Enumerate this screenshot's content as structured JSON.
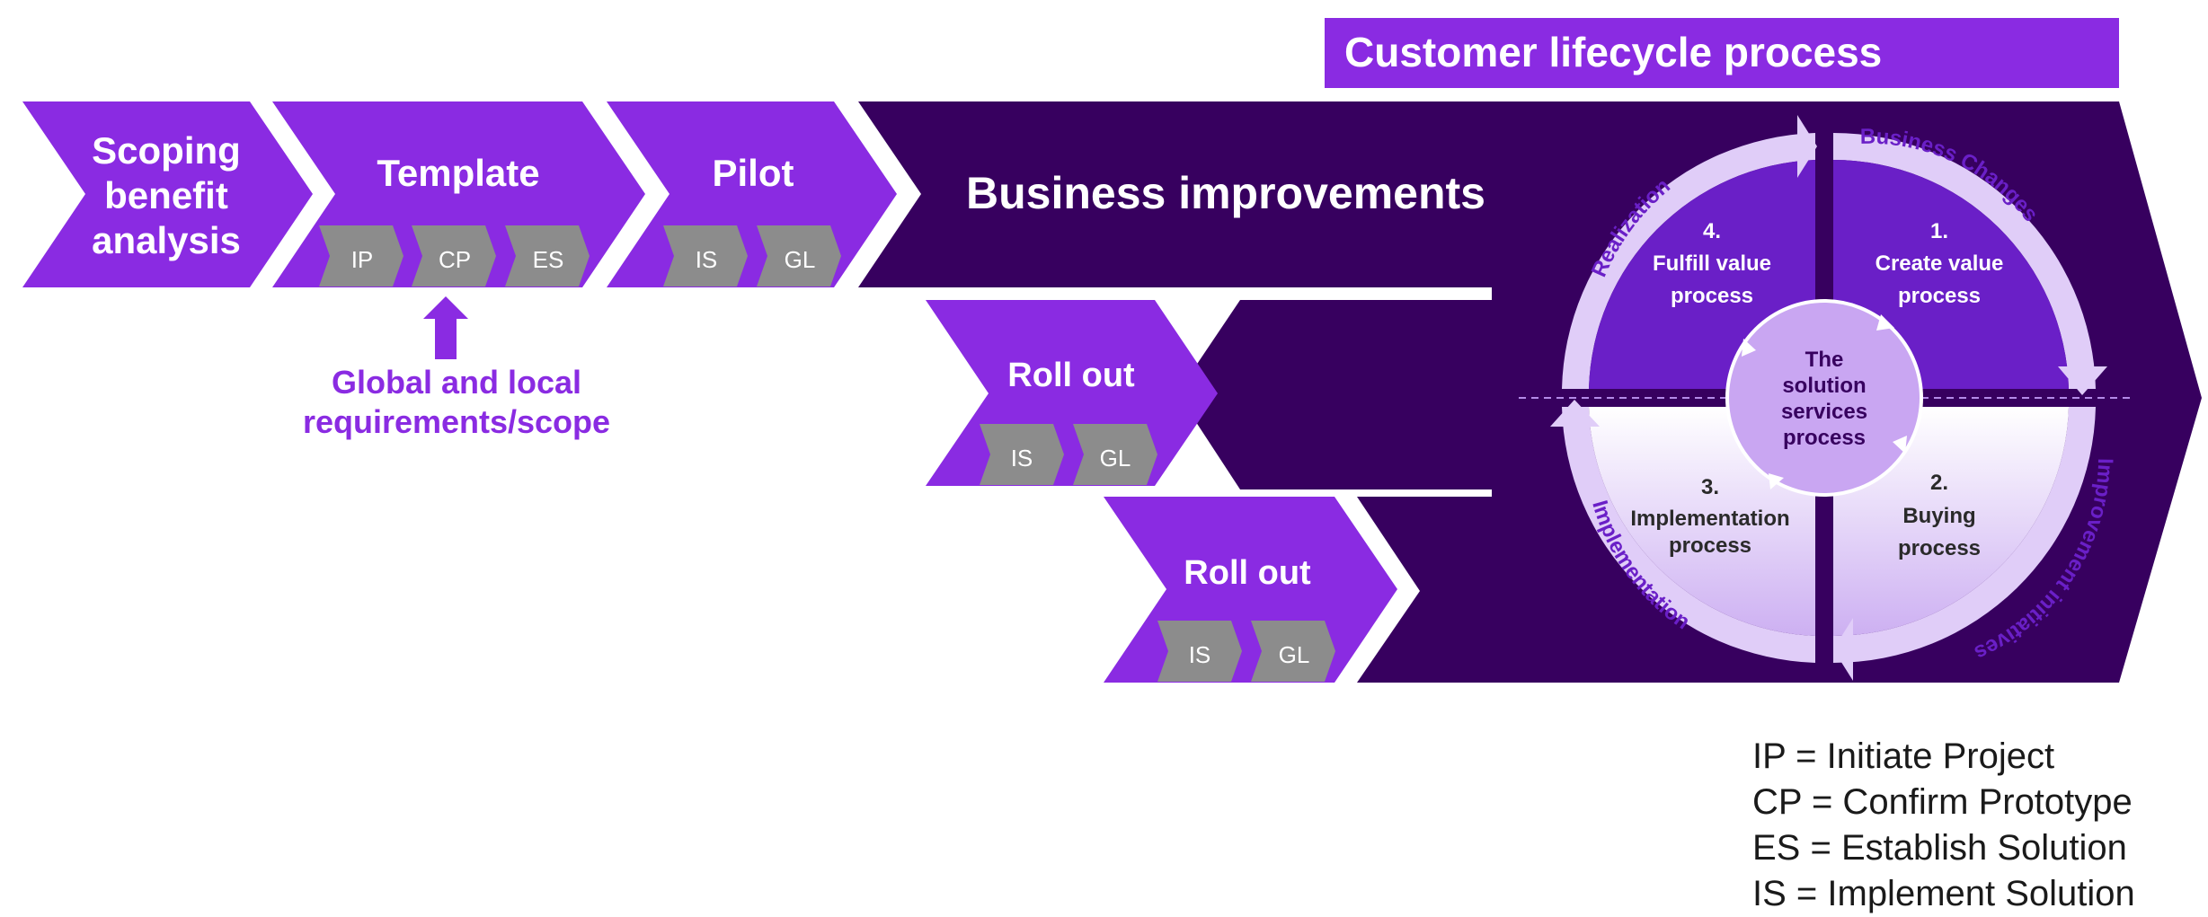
{
  "title": "Customer lifecycle process",
  "colors": {
    "primary": "#8a2be2",
    "dark": "#37005f",
    "gray": "#8c8c8c",
    "lavender": "#d7c2f7",
    "quadrant": "#6a1fc7",
    "center": "#c9a6f2"
  },
  "phases": {
    "scoping": [
      "Scoping",
      "benefit",
      "analysis"
    ],
    "template": {
      "label": "Template",
      "steps": [
        "IP",
        "CP",
        "ES"
      ]
    },
    "pilot": {
      "label": "Pilot",
      "steps": [
        "IS",
        "GL"
      ]
    },
    "business": "Business improvements",
    "rollout1": {
      "label": "Roll out",
      "steps": [
        "IS",
        "GL"
      ]
    },
    "rollout2": {
      "label": "Roll out",
      "steps": [
        "IS",
        "GL"
      ]
    }
  },
  "requirements": [
    "Global and local",
    "requirements/scope"
  ],
  "cycle": {
    "center": [
      "The",
      "solution",
      "services",
      "process"
    ],
    "q1": {
      "num": "1.",
      "lines": [
        "Create value",
        "process"
      ]
    },
    "q2": {
      "num": "2.",
      "lines": [
        "Buying",
        "process"
      ]
    },
    "q3": {
      "num": "3.",
      "lines": [
        "Implementation",
        "process"
      ]
    },
    "q4": {
      "num": "4.",
      "lines": [
        "Fulfill value",
        "process"
      ]
    },
    "arcs": {
      "top_right": "Business Changes",
      "bottom_right": "Improvement initiatives",
      "bottom_left": "Implementation",
      "top_left": "Realization"
    }
  },
  "legend": [
    "IP = Initiate Project",
    "CP = Confirm Prototype",
    "ES = Establish Solution",
    "IS = Implement Solution"
  ]
}
